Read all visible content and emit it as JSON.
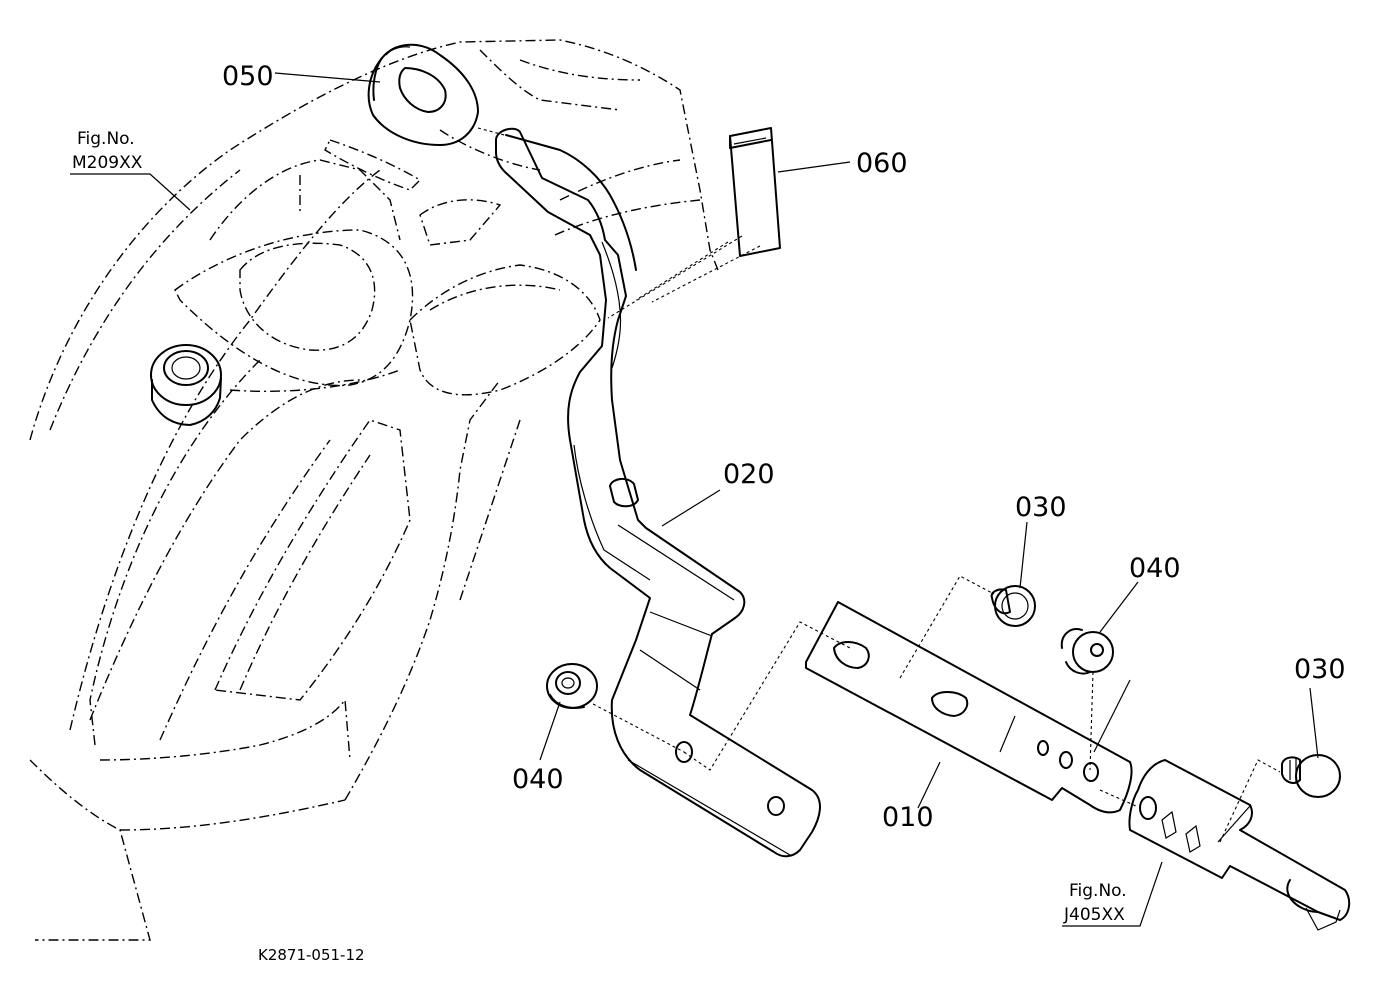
{
  "labels": {
    "p050": "050",
    "p060": "060",
    "p020": "020",
    "p030a": "030",
    "p040a": "040",
    "p030b": "030",
    "p040b": "040",
    "p010": "010"
  },
  "refs": {
    "ref1_line1": "Fig.No.",
    "ref1_line2": "M209XX",
    "ref2_line1": "Fig.No.",
    "ref2_line2": "J405XX"
  },
  "drawing_code": "K2871-051-12"
}
